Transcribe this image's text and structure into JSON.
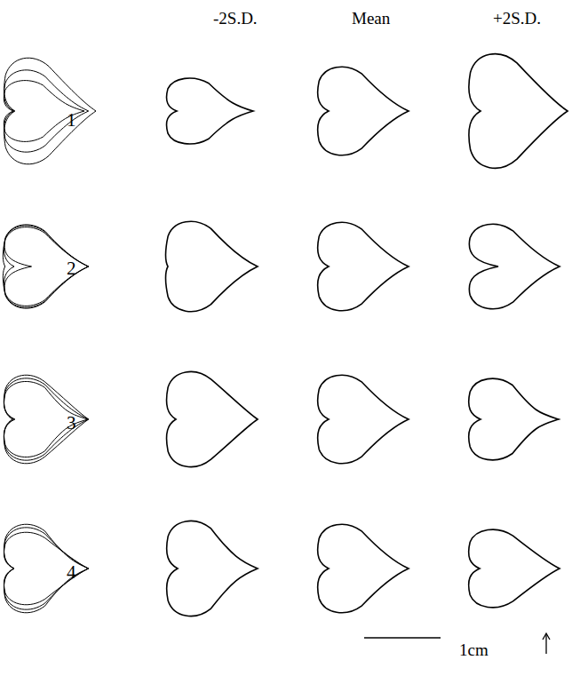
{
  "diagram": {
    "labels": [
      "-2S.D.",
      "Mean",
      "+2S.D.",
      "1",
      "2",
      "3",
      "4",
      "1cm"
    ]
  }
}
